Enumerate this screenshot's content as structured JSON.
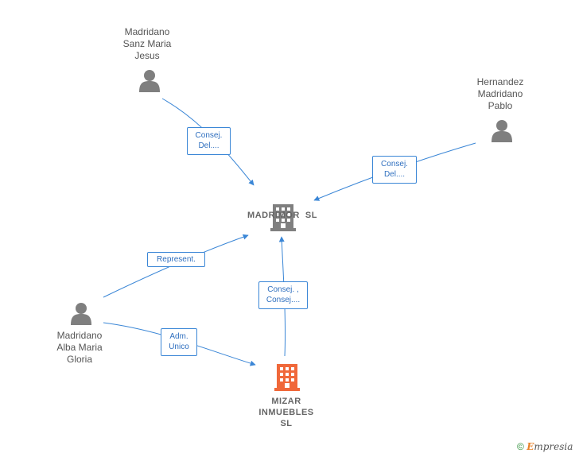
{
  "nodes": {
    "person_sanz": {
      "lines": [
        "Madridano",
        "Sanz Maria",
        "Jesus"
      ]
    },
    "person_hernandez": {
      "lines": [
        "Hernandez",
        "Madridano",
        "Pablo"
      ]
    },
    "person_alba": {
      "lines": [
        "Madridano",
        "Alba Maria",
        "Gloria"
      ]
    },
    "company_madrimor": {
      "lines": [
        "MADRIMOR  SL"
      ]
    },
    "company_mizar": {
      "lines": [
        "MIZAR",
        "INMUEBLES",
        "SL"
      ]
    }
  },
  "edges": {
    "sanz_madrimor": {
      "lines": [
        "Consej.",
        "Del...."
      ]
    },
    "hernandez_madrimor": {
      "lines": [
        "Consej.",
        "Del...."
      ]
    },
    "alba_madrimor": {
      "lines": [
        "Represent."
      ]
    },
    "alba_mizar": {
      "lines": [
        "Adm.",
        "Unico"
      ]
    },
    "mizar_madrimor": {
      "lines": [
        "Consej. ,",
        "Consej...."
      ]
    }
  },
  "footer": {
    "copyright": "©",
    "brand_first": "E",
    "brand_rest": "mpresia"
  },
  "colors": {
    "edge": "#3a86d6",
    "person_icon": "#7f7f7f",
    "company_icon": "#7f7f7f",
    "highlight_company_icon": "#f0683a"
  },
  "icons": {
    "person": "person-icon",
    "company": "building-icon"
  }
}
